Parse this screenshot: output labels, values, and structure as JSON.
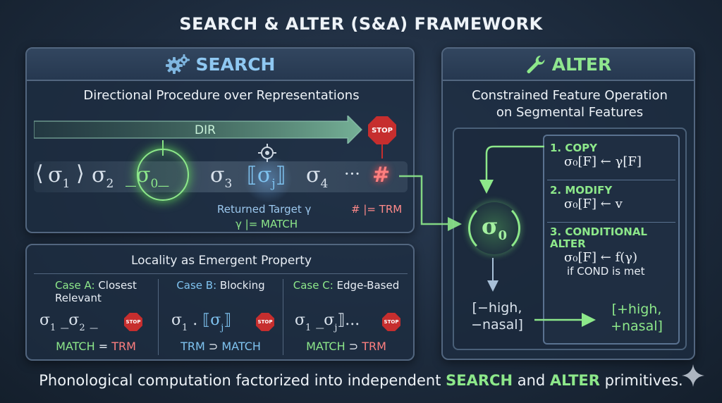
{
  "title": "SEARCH & ALTER (S&A) FRAMEWORK",
  "search": {
    "header": "SEARCH",
    "subtitle": "Directional Procedure over Representations",
    "dir_label": "DIR",
    "stop_label": "STOP",
    "sequence": {
      "s1": "σ",
      "s1_sub": "1",
      "s2": "σ",
      "s2_sub": "2",
      "s0": "σ",
      "s0_sub": "0",
      "s3": "σ",
      "s3_sub": "3",
      "sj": "σ",
      "sj_sub": "j",
      "s4": "σ",
      "s4_sub": "4",
      "ellipsis": "···",
      "hash": "#"
    },
    "returned_target": "Returned Target γ",
    "match_label": "γ |= MATCH",
    "trm_label": "# |= TRM"
  },
  "locality": {
    "title": "Locality as Emergent Property",
    "cases": [
      {
        "prefix": "Case A:",
        "name": "Closest Relevant",
        "result_left": "MATCH",
        "result_op": "=",
        "result_right": "TRM"
      },
      {
        "prefix": "Case B:",
        "name": "Blocking",
        "result_left": "TRM",
        "result_op": "⊃",
        "result_right": "MATCH"
      },
      {
        "prefix": "Case C:",
        "name": "Edge-Based",
        "result_left": "MATCH",
        "result_op": "⊃",
        "result_right": "TRM"
      }
    ],
    "stop_label": "STOP"
  },
  "alter": {
    "header": "ALTER",
    "subtitle_line1": "Constrained Feature Operation",
    "subtitle_line2": "on Segmental Features",
    "center_symbol": "σ",
    "center_sub": "0",
    "input_features_l1": "[−high,",
    "input_features_l2": "−nasal]",
    "output_features_l1": "[+high,",
    "output_features_l2": "+nasal]",
    "ops": [
      {
        "label": "1. COPY",
        "formula": "σ₀[F] ← γ[F]"
      },
      {
        "label": "2. MODIFY",
        "formula": "σ₀[F] ← v"
      },
      {
        "label": "3. CONDITIONAL ALTER",
        "formula": "σ₀[F] ← f(γ)",
        "condition": "if COND is met"
      }
    ]
  },
  "footer": {
    "pre": "Phonological computation factorized into independent",
    "search": "SEARCH",
    "mid": "and",
    "alter": "ALTER",
    "post": "primitives."
  },
  "colors": {
    "search_accent": "#8fc8f2",
    "alter_accent": "#8de88a",
    "stop": "#c62e2e"
  }
}
